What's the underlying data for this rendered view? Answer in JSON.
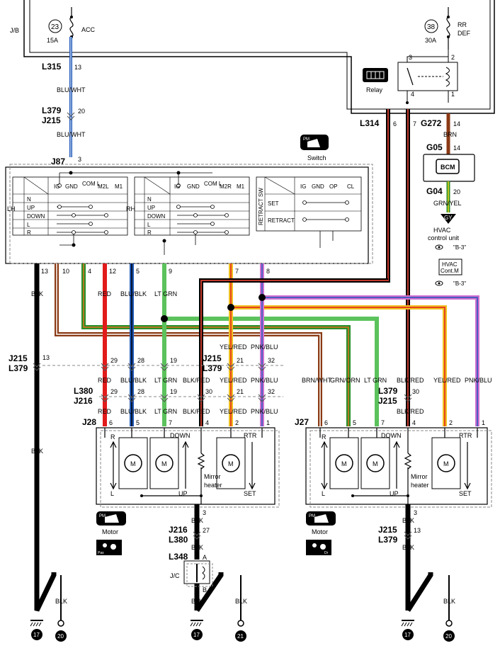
{
  "fuses": [
    {
      "num": "23",
      "name": "ACC",
      "rating": "15A"
    },
    {
      "num": "38",
      "name_line1": "RR",
      "name_line2": "DEF",
      "rating": "30A"
    }
  ],
  "jb_label": "J/B",
  "relay": {
    "label": "Relay",
    "pins": [
      "3",
      "2",
      "4",
      "1"
    ]
  },
  "bcm_label": "BCM",
  "switch_label": "Switch",
  "switch_badge": "PM",
  "hvac": {
    "line1": "HVAC",
    "line2": "control unit",
    "ref1": "\"B-3\"",
    "box_line1": "HVAC",
    "box_line2": "Cont.M",
    "ref2": "\"B-3\""
  },
  "gy_badge": "GY",
  "connectors": {
    "L315": "L315",
    "L379": "L379",
    "J215": "J215",
    "J87": "J87",
    "L314": "L314",
    "G272": "G272",
    "G05": "G05",
    "G04": "G04",
    "L380": "L380",
    "J216": "J216",
    "J28": "J28",
    "J27": "J27",
    "L348": "L348"
  },
  "wires": {
    "bluwht": "BLU/WHT",
    "blk": "BLK",
    "brn": "BRN",
    "grnyel": "GRN/YEL",
    "red": "RED",
    "blublk": "BLU/BLK",
    "ltgrn": "LT GRN",
    "yelred": "YEL/RED",
    "pnkblu": "PNK/BLU",
    "blkred": "BLK/RED",
    "brnwht": "BRN/WHT",
    "grnorn": "GRN/ORN"
  },
  "pins": {
    "l315": "13",
    "l379_top": "20",
    "j87": "3",
    "l314_a": "6",
    "l314_b": "7",
    "g272": "14",
    "g05": "14",
    "g04": "20",
    "sw_13": "13",
    "sw_10": "10",
    "sw_4": "4",
    "sw_12": "12",
    "sw_5": "5",
    "sw_9": "9",
    "sw_7": "7",
    "sw_8": "8",
    "j215_13": "13",
    "j215_29": "29",
    "j215_28": "28",
    "j215_19": "19",
    "j215_21": "21",
    "j215_32": "32",
    "l380_29": "29",
    "l380_28": "28",
    "l380_19": "19",
    "l380_30": "30",
    "l380_21": "21",
    "l380_32": "32",
    "l379_30": "30",
    "j28_6": "6",
    "j28_5": "5",
    "j28_7": "7",
    "j28_4": "4",
    "j28_2": "2",
    "j28_1": "1",
    "j27_6": "6",
    "j27_5": "5",
    "j27_7": "7",
    "j27_4": "4",
    "j27_2": "2",
    "j27_1": "1",
    "m1_3": "3",
    "m2_3": "3",
    "j216_27": "27",
    "j215_13b": "13"
  },
  "switch_table": {
    "lh": "LH",
    "rh": "RH",
    "cols_lh": [
      "IG",
      "GND",
      "COM L",
      "M2L",
      "M1"
    ],
    "cols_rh": [
      "IG",
      "GND",
      "COM L",
      "M2R",
      "M1"
    ],
    "rows": [
      "N",
      "UP",
      "DOWN",
      "L",
      "R"
    ],
    "retract_sw": "RETRACT SW",
    "retract_cols": [
      "IG",
      "GND",
      "OP",
      "CL"
    ],
    "retract_rows": [
      "SET",
      "RETRACT"
    ]
  },
  "motor_box": {
    "r": "R",
    "l": "L",
    "down": "DOWN",
    "up": "UP",
    "rtr": "RTR",
    "set": "SET",
    "m": "M",
    "heater_line1": "Mirror",
    "heater_line2": "heater"
  },
  "motor_label": "Motor",
  "motor_badge": "PM",
  "pas_badge": "Pas",
  "dr_badge": "Dr",
  "jc_label": "J/C",
  "jc_a": "A",
  "jc_b": "B",
  "grounds": [
    "17",
    "20",
    "17",
    "21",
    "17",
    "20"
  ]
}
